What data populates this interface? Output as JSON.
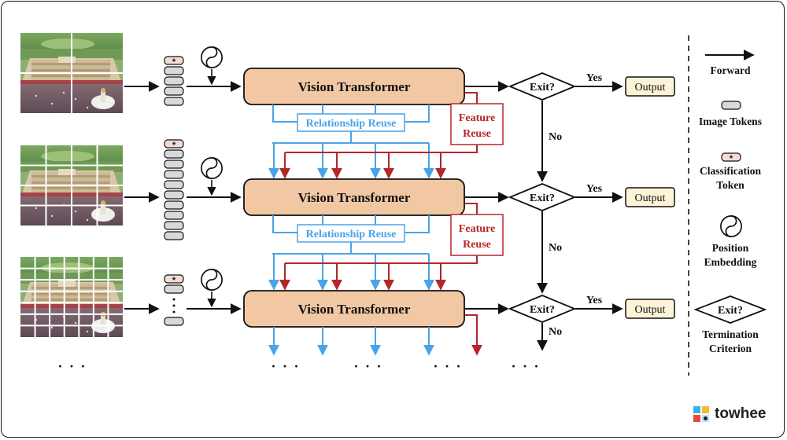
{
  "stages": [
    {
      "block_label": "Vision Transformer",
      "exit_label": "Exit?",
      "yes_label": "Yes",
      "output_label": "Output",
      "no_label": "No",
      "relationship_label": "Relationship Reuse",
      "feature_label_line1": "Feature",
      "feature_label_line2": "Reuse"
    },
    {
      "block_label": "Vision Transformer",
      "exit_label": "Exit?",
      "yes_label": "Yes",
      "output_label": "Output",
      "no_label": "No",
      "relationship_label": "Relationship Reuse",
      "feature_label_line1": "Feature",
      "feature_label_line2": "Reuse"
    },
    {
      "block_label": "Vision Transformer",
      "exit_label": "Exit?",
      "yes_label": "Yes",
      "output_label": "Output",
      "no_label": "No"
    }
  ],
  "grid_sizes": [
    2,
    4,
    7
  ],
  "token_counts": [
    5,
    10,
    4
  ],
  "token_star": "*",
  "ellipsis": "· · ·",
  "legend": {
    "forward": "Forward",
    "image_tokens": "Image Tokens",
    "classification_line1": "Classification",
    "classification_line2": "Token",
    "position_line1": "Position",
    "position_line2": "Embedding",
    "termination_exit": "Exit?",
    "termination_line1": "Termination",
    "termination_line2": "Criterion"
  },
  "brand": {
    "name": "towhee"
  },
  "colors": {
    "block_fill": "#f2c8a4",
    "output_fill": "#fdf3d6",
    "relationship": "#4aa3e8",
    "feature": "#b5262a",
    "token_fill": "#d9d9d9",
    "cls_token_fill": "#f3dcd6"
  }
}
